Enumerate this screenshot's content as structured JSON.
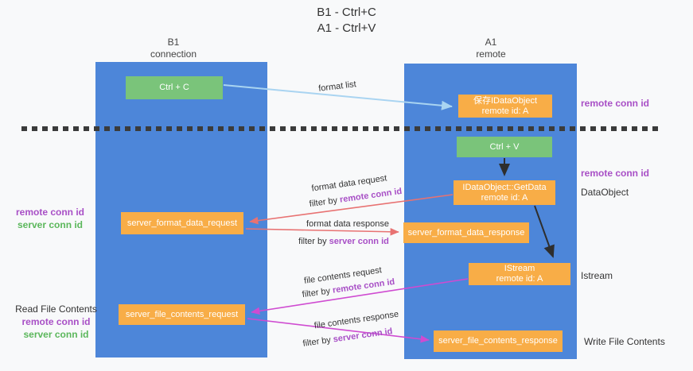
{
  "title": {
    "line1": "B1 - Ctrl+C",
    "line2": "A1 - Ctrl+V"
  },
  "columns": {
    "left": {
      "name": "B1",
      "role": "connection"
    },
    "right": {
      "name": "A1",
      "role": "remote"
    }
  },
  "boxes": {
    "ctrl_c": {
      "label": "Ctrl + C"
    },
    "save_idataobject": {
      "line1": "保存IDataObject",
      "line2": "remote id: A"
    },
    "ctrl_v": {
      "label": "Ctrl + V"
    },
    "getdata": {
      "line1": "IDataObject::GetData",
      "line2": "remote id: A"
    },
    "format_request": {
      "label": "server_format_data_request"
    },
    "format_response": {
      "label": "server_format_data_response"
    },
    "istream": {
      "line1": "IStream",
      "line2": "remote id: A"
    },
    "file_request": {
      "label": "server_file_contents_request"
    },
    "file_response": {
      "label": "server_file_contents_response"
    }
  },
  "flow_labels": {
    "format_list": "format list",
    "format_data_request": "format data request",
    "format_data_request_filter_prefix": "filter by ",
    "format_data_request_filter_key": "remote conn id",
    "format_data_response": "format data response",
    "format_data_response_filter_prefix": "filter by ",
    "format_data_response_filter_key": "server conn id",
    "file_contents_request": "file contents request",
    "file_contents_request_filter_prefix": "filter by ",
    "file_contents_request_filter_key": "remote conn id",
    "file_contents_response": "file contents response",
    "file_contents_response_filter_prefix": "filter by ",
    "file_contents_response_filter_key": "server conn id"
  },
  "annotations": {
    "right": {
      "remote_conn_id_top": "remote conn id",
      "remote_conn_id_mid": "remote conn id",
      "dataobject": "DataObject",
      "istream": "Istream",
      "write_file_contents": "Write File Contents"
    },
    "left": {
      "remote_conn_id_top": "remote conn id",
      "server_conn_id_top": "server conn id",
      "read_file_contents": "Read File Contents",
      "remote_conn_id_bottom": "remote conn id",
      "server_conn_id_bottom": "server conn id"
    }
  },
  "colors": {
    "column_blue": "#4d86d9",
    "box_green": "#7ac47a",
    "box_orange": "#f8ad47",
    "purple_text": "#a84fc6",
    "green_text": "#5bb75b",
    "arrow_red": "#e87272",
    "arrow_magenta": "#cf4bd1",
    "arrow_blue": "#a9d4f1",
    "arrow_black": "#2e2e2e",
    "dash_black": "#3b3b3b"
  }
}
